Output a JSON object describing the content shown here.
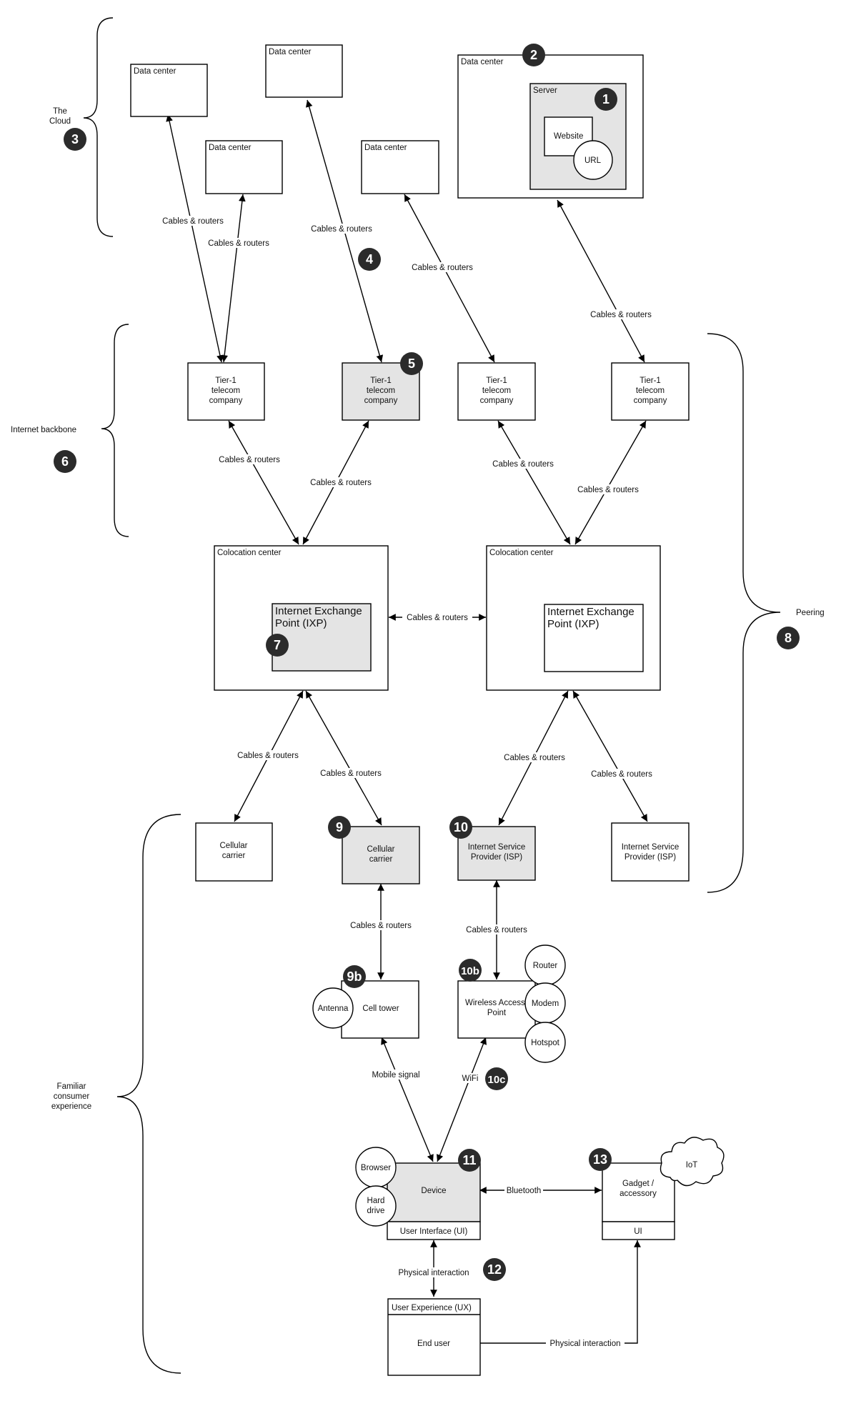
{
  "nodes": {
    "dc1_label": "Data center",
    "dc2_label": "Data center",
    "dc3_label": "Data center",
    "dc4_label": "Data center",
    "dc5_label": "Data center",
    "server_label": "Server",
    "website_label": "Website",
    "url_label": "URL",
    "tier1_line1": "Tier-1",
    "tier1_line2": "telecom",
    "tier1_line3": "company",
    "coloc_label": "Colocation center",
    "ixp_line1": "Internet Exchange",
    "ixp_line2": "Point (IXP)",
    "cellular_line1": "Cellular",
    "cellular_line2": "carrier",
    "isp_line1": "Internet Service",
    "isp_line2": "Provider (ISP)",
    "cell_tower_label": "Cell tower",
    "antenna_label": "Antenna",
    "wap_line1": "Wireless Access",
    "wap_line2": "Point",
    "router_label": "Router",
    "modem_label": "Modem",
    "hotspot_label": "Hotspot",
    "device_label": "Device",
    "ui_label": "User Interface (UI)",
    "browser_label": "Browser",
    "hard_drive_line1": "Hard",
    "hard_drive_line2": "drive",
    "gadget_line1": "Gadget /",
    "gadget_line2": "accessory",
    "gadget_ui_label": "UI",
    "iot_label": "IoT",
    "ux_label": "User Experience (UX)",
    "end_user_label": "End user"
  },
  "edges": {
    "cables_routers": "Cables & routers",
    "mobile_signal": "Mobile signal",
    "wifi": "WiFi",
    "bluetooth": "Bluetooth",
    "physical_interaction": "Physical interaction"
  },
  "groups": {
    "cloud_line1": "The",
    "cloud_line2": "Cloud",
    "backbone": "Internet backbone",
    "peering": "Peering",
    "consumer_line1": "Familiar",
    "consumer_line2": "consumer",
    "consumer_line3": "experience"
  },
  "badges": {
    "b1": "1",
    "b2": "2",
    "b3": "3",
    "b4": "4",
    "b5": "5",
    "b6": "6",
    "b7": "7",
    "b8": "8",
    "b9": "9",
    "b9b": "9b",
    "b10": "10",
    "b10b": "10b",
    "b10c": "10c",
    "b11": "11",
    "b12": "12",
    "b13": "13"
  },
  "colors": {
    "highlight_fill": "#e4e4e4",
    "badge_fill": "#2b2b2b",
    "line": "#000000"
  }
}
